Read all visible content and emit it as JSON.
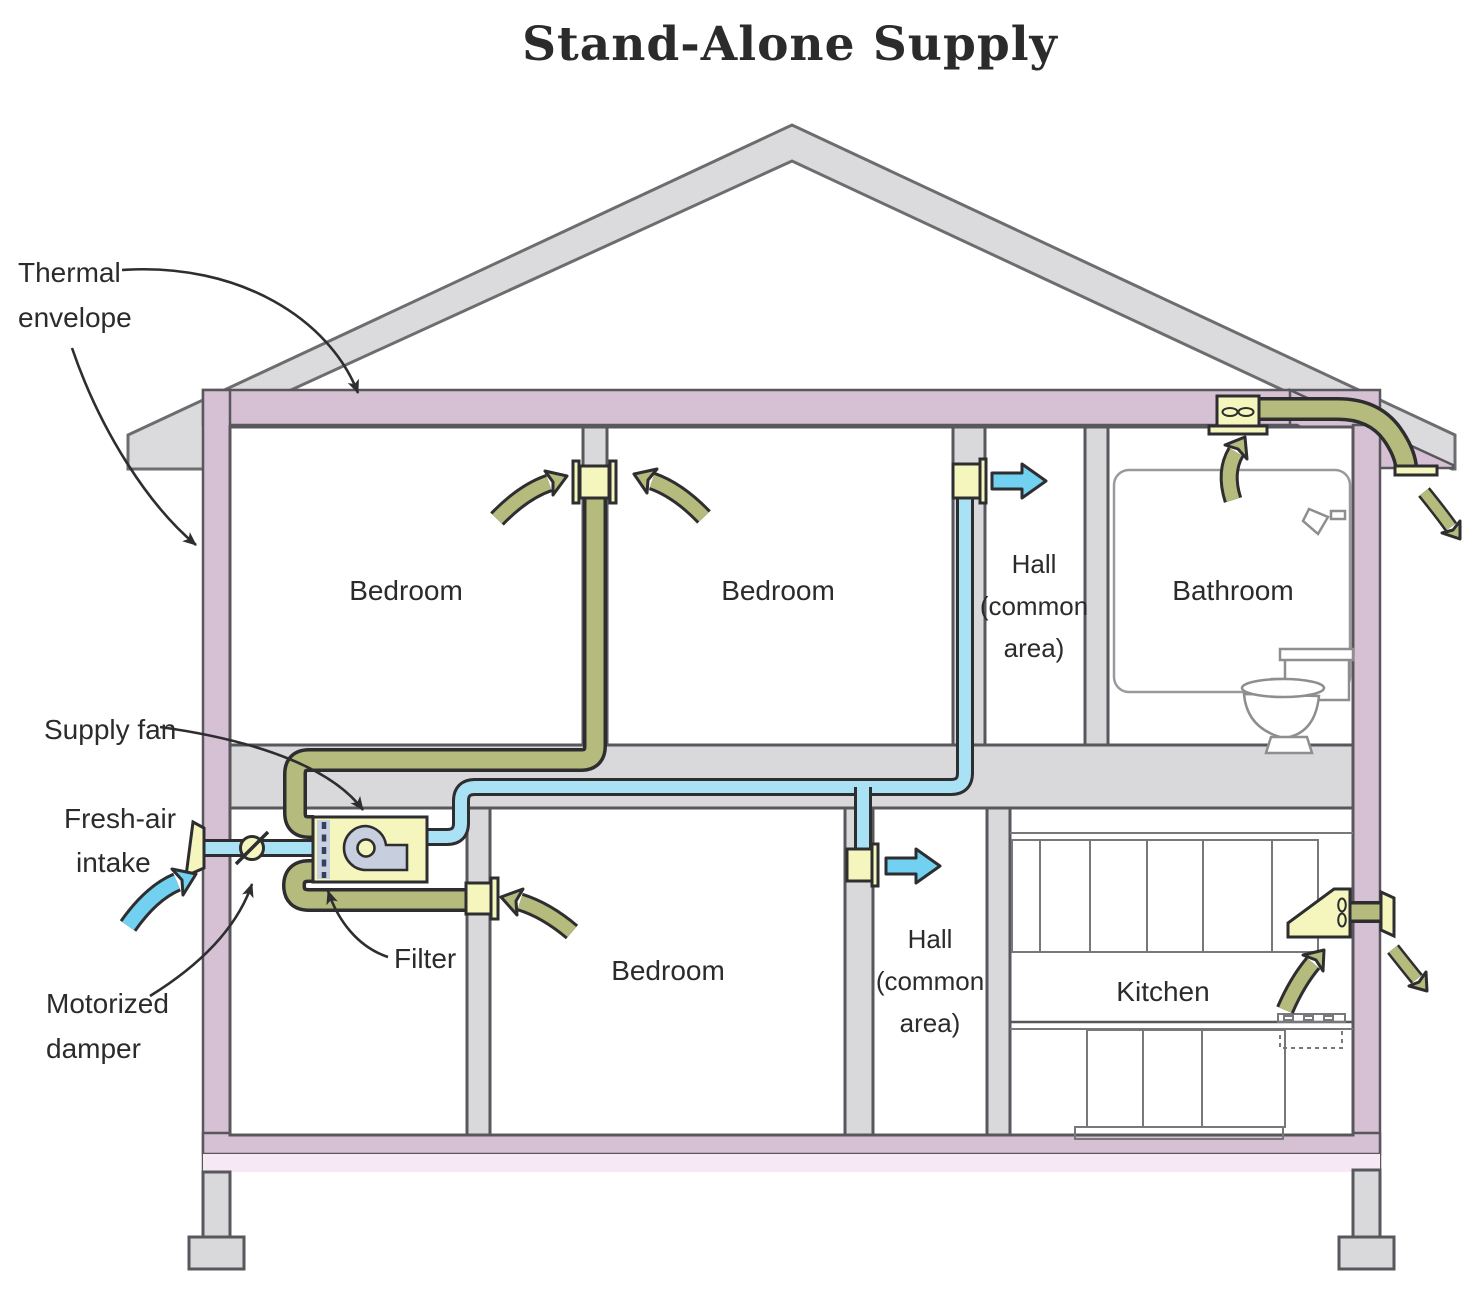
{
  "title": "Stand-Alone Supply",
  "annotations": {
    "thermal_envelope": {
      "line1": "Thermal",
      "line2": "envelope"
    },
    "supply_fan": "Supply fan",
    "fresh_air_intake": {
      "line1": "Fresh-air",
      "line2": "intake"
    },
    "motorized_damper": {
      "line1": "Motorized",
      "line2": "damper"
    },
    "filter": "Filter"
  },
  "rooms": {
    "bedroom_upper_left": "Bedroom",
    "bedroom_upper_right": "Bedroom",
    "hall_upper": {
      "line1": "Hall",
      "line2": "(common",
      "line3": "area)"
    },
    "bathroom": "Bathroom",
    "bedroom_lower": "Bedroom",
    "hall_lower": {
      "line1": "Hall",
      "line2": "(common",
      "line3": "area)"
    },
    "kitchen": "Kitchen"
  },
  "colors": {
    "thermal_envelope_pink": "#d6c0d3",
    "floor_light_pink": "#f6e9f3",
    "structure_gray": "#d9d9db",
    "roof_gray": "#dbdbdd",
    "roof_outline": "#6d6d70",
    "outline_dark": "#2e2e30",
    "fresh_air_blue": "#72d1f0",
    "duct_blue": "#a9e2f5",
    "stale_air_olive": "#b5ba7d",
    "equipment_yellow": "#f4f6bd",
    "fan_scroll_bluegray": "#c7cfdf",
    "text": "#2b2b2b"
  }
}
